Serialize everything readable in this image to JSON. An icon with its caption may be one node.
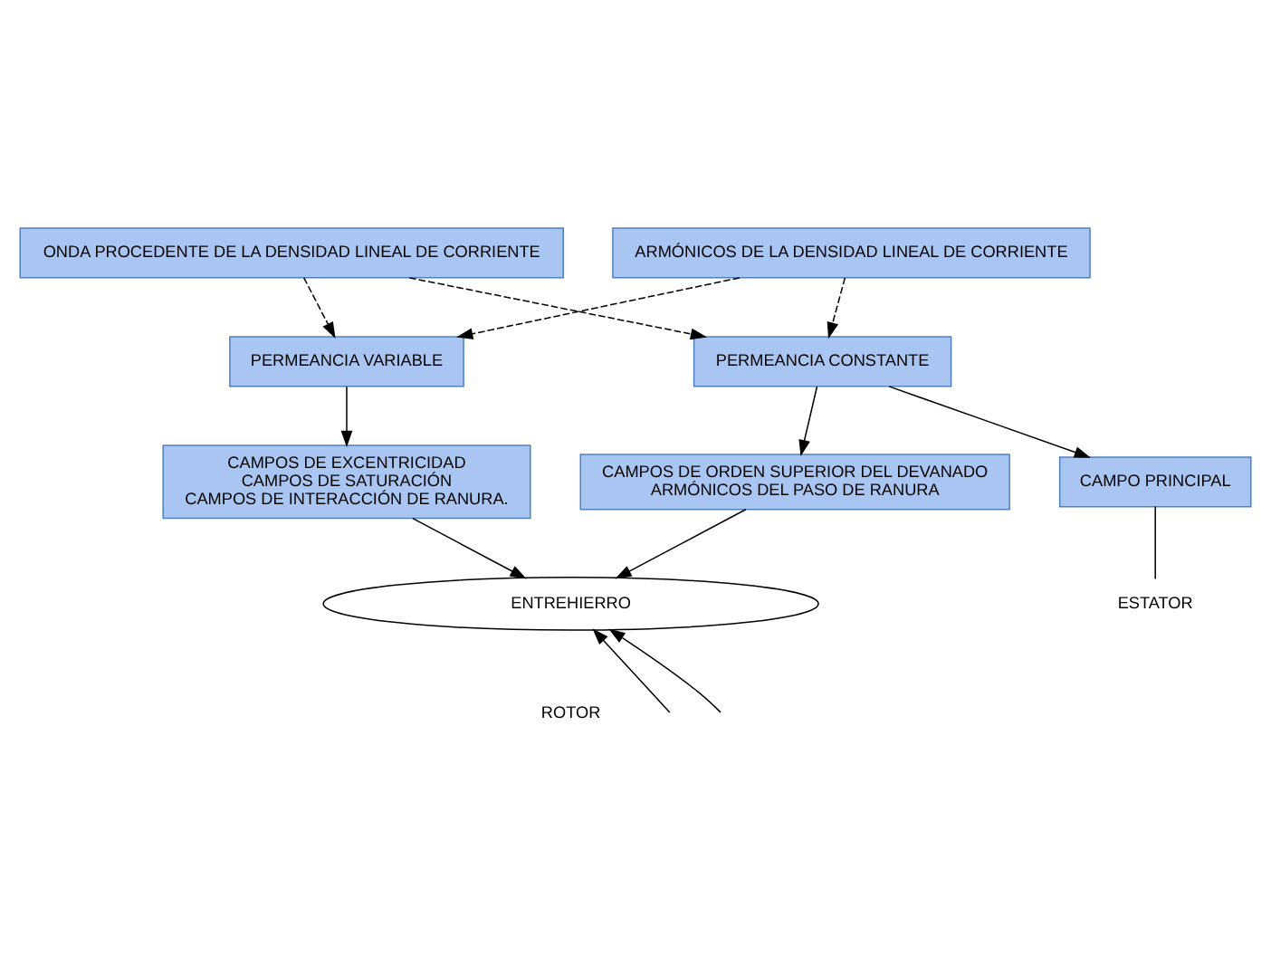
{
  "diagram": {
    "nodes": [
      {
        "text": [
          "ONDA PROCEDENTE DE LA DENSIDAD LINEAL DE CORRIENTE"
        ]
      },
      {
        "text": [
          "ARMÓNICOS DE LA DENSIDAD LINEAL DE CORRIENTE"
        ]
      },
      {
        "text": [
          "PERMEANCIA VARIABLE"
        ]
      },
      {
        "text": [
          "PERMEANCIA CONSTANTE"
        ]
      },
      {
        "text": [
          "CAMPOS DE EXCENTRICIDAD",
          "CAMPOS DE SATURACIÓN",
          "CAMPOS DE INTERACCIÓN DE RANURA."
        ]
      },
      {
        "text": [
          "CAMPO PRINCIPAL"
        ]
      },
      {
        "text": [
          "CAMPOS DE ORDEN SUPERIOR DEL DEVANADO",
          "ARMÓNICOS DEL PASO DE RANURA"
        ]
      },
      {
        "text": [
          "ESTATOR"
        ]
      },
      {
        "text": [
          "ENTREHIERRO"
        ]
      },
      {
        "text": [
          "ROTOR"
        ]
      }
    ],
    "edges": [
      {
        "from": 0,
        "to": 2,
        "arrow": "to",
        "style": "dashed"
      },
      {
        "from": 0,
        "to": 3,
        "arrow": "to",
        "style": "dashed"
      },
      {
        "from": 1,
        "to": 2,
        "arrow": "to",
        "style": "dashed"
      },
      {
        "from": 1,
        "to": 3,
        "arrow": "to",
        "style": "dashed"
      },
      {
        "from": 2,
        "to": 4,
        "arrow": "to"
      },
      {
        "from": 3,
        "to": 5,
        "arrow": "to"
      },
      {
        "from": 3,
        "to": 6,
        "arrow": "to"
      },
      {
        "from": 5,
        "to": 7,
        "arrow": "none"
      },
      {
        "from": 4,
        "to": 8,
        "arrow": "to"
      },
      {
        "from": 6,
        "to": 8,
        "arrow": "to"
      },
      {
        "from": null,
        "to": 8,
        "arrow": "to"
      },
      {
        "from": null,
        "to": 8,
        "arrow": "to"
      }
    ]
  }
}
